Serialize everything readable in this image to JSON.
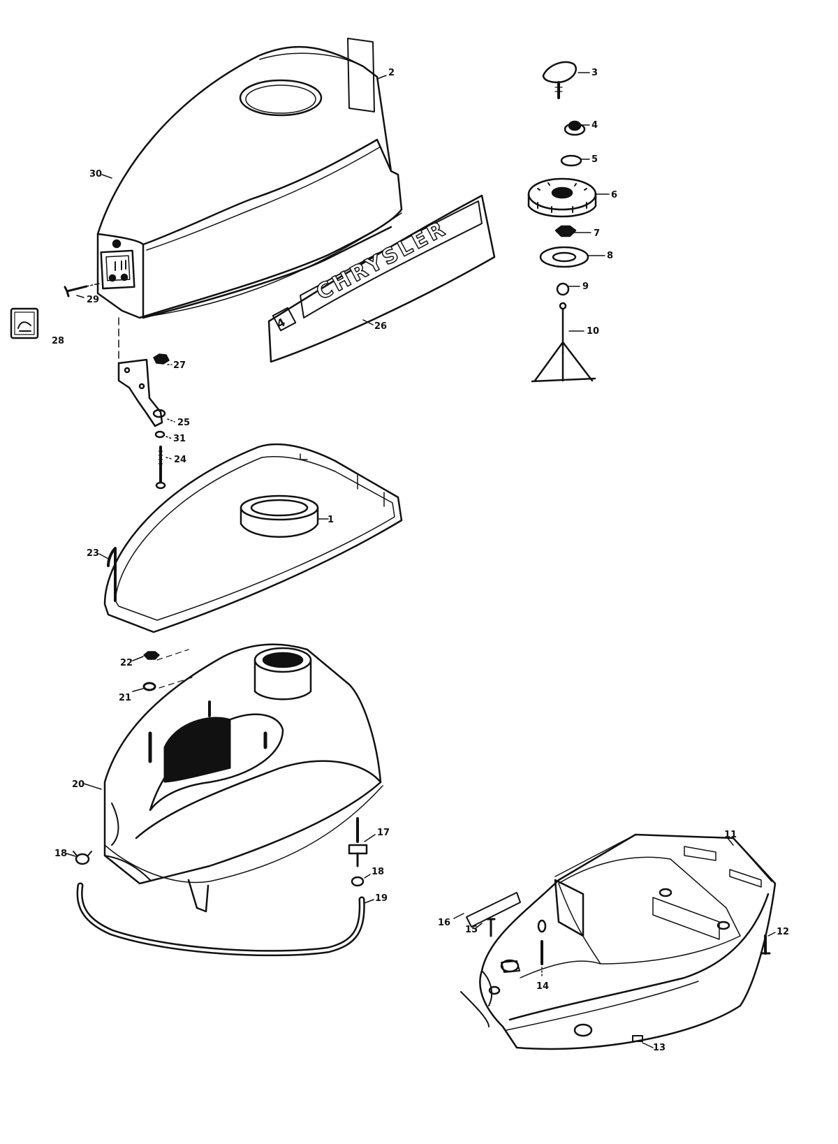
{
  "callouts": {
    "c1": "1",
    "c2": "2",
    "c3": "3",
    "c4": "4",
    "c5": "5",
    "c6": "6",
    "c7": "7",
    "c8": "8",
    "c9": "9",
    "c10": "10",
    "c11": "11",
    "c12": "12",
    "c13": "13",
    "c14": "14",
    "c15": "15",
    "c16": "16",
    "c17": "17",
    "c18a": "18",
    "c18b": "18",
    "c19": "19",
    "c20": "20",
    "c21": "21",
    "c22": "22",
    "c23": "23",
    "c24": "24",
    "c25": "25",
    "c26": "26",
    "c27": "27",
    "c28": "28",
    "c29": "29",
    "c30": "30",
    "c31": "31"
  },
  "decal": {
    "brand": "CHRYSLER",
    "hp": "4"
  },
  "colors": {
    "ink": "#111111",
    "paper": "#ffffff"
  }
}
